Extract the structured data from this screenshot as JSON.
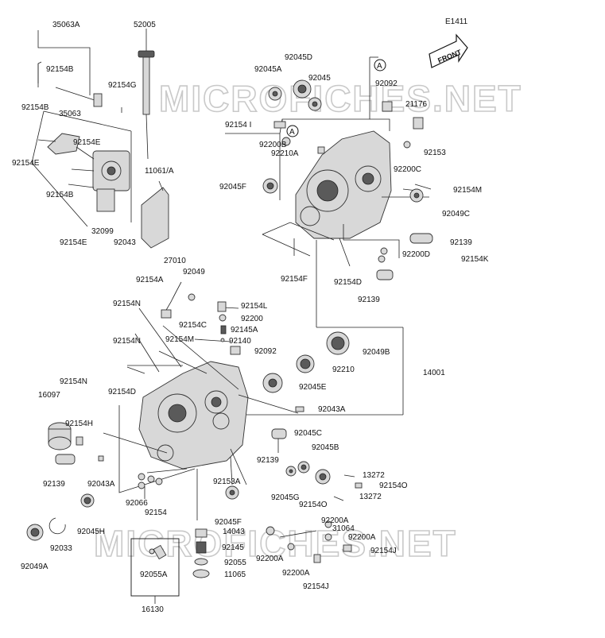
{
  "diagram_id": "E1411",
  "front_label": "FRONT",
  "watermark": "MICROFICHES.NET",
  "circle_ref": "A",
  "part_numbers": {
    "p35063A": "35063A",
    "p52005": "52005",
    "p92154B_a": "92154B",
    "p92154G": "92154G",
    "p92154B_b": "92154B",
    "p35063": "35063",
    "p92154E_a": "92154E",
    "p92154E_b": "92154E",
    "p92154B_c": "92154B",
    "p11061A": "11061/A",
    "p32099": "32099",
    "p92154E_c": "92154E",
    "p92043": "92043",
    "p92045A": "92045A",
    "p92045D": "92045D",
    "p92045": "92045",
    "p92092_top": "92092",
    "p21176": "21176",
    "p92154I": "92154 I",
    "p92200B": "92200B",
    "p92210A": "92210A",
    "p92153": "92153",
    "p92200C": "92200C",
    "p92045F_a": "92045F",
    "p92154M_a": "92154M",
    "p92049C": "92049C",
    "p92139_a": "92139",
    "p92200D": "92200D",
    "p92154K": "92154K",
    "p92154F": "92154F",
    "p92154D_a": "92154D",
    "p92139_b": "92139",
    "p27010": "27010",
    "p92154A": "92154A",
    "p92049": "92049",
    "p92154N_a": "92154N",
    "p92154L": "92154L",
    "p92200": "92200",
    "p92154C": "92154C",
    "p92145A": "92145A",
    "p92140": "92140",
    "p92154N_b": "92154N",
    "p92154M_b": "92154M",
    "p92092_mid": "92092",
    "p92049B": "92049B",
    "p92210": "92210",
    "p14001": "14001",
    "p92154N_c": "92154N",
    "p92154D_b": "92154D",
    "p92045E": "92045E",
    "p16097": "16097",
    "p92043A_a": "92043A",
    "p92154H": "92154H",
    "p92045C": "92045C",
    "p92139_c": "92139",
    "p92045B": "92045B",
    "p92139_d": "92139",
    "p92043A_b": "92043A",
    "p13272_a": "13272",
    "p92154O_a": "92154O",
    "p92153A": "92153A",
    "p92066": "92066",
    "p92045G": "92045G",
    "p92154": "92154",
    "p92154O_b": "92154O",
    "p13272_b": "13272",
    "p92045H": "92045H",
    "p92045F_b": "92045F",
    "p92200A_a": "92200A",
    "p31064": "31064",
    "p14043": "14043",
    "p92200A_b": "92200A",
    "p92145": "92145",
    "p92154J_a": "92154J",
    "p92049A": "92049A",
    "p92033": "92033",
    "p92200A_c": "92200A",
    "p92055": "92055",
    "p92055A": "92055A",
    "p92200A_d": "92200A",
    "p11065": "11065",
    "p92154J_b": "92154J",
    "p16130": "16130"
  }
}
